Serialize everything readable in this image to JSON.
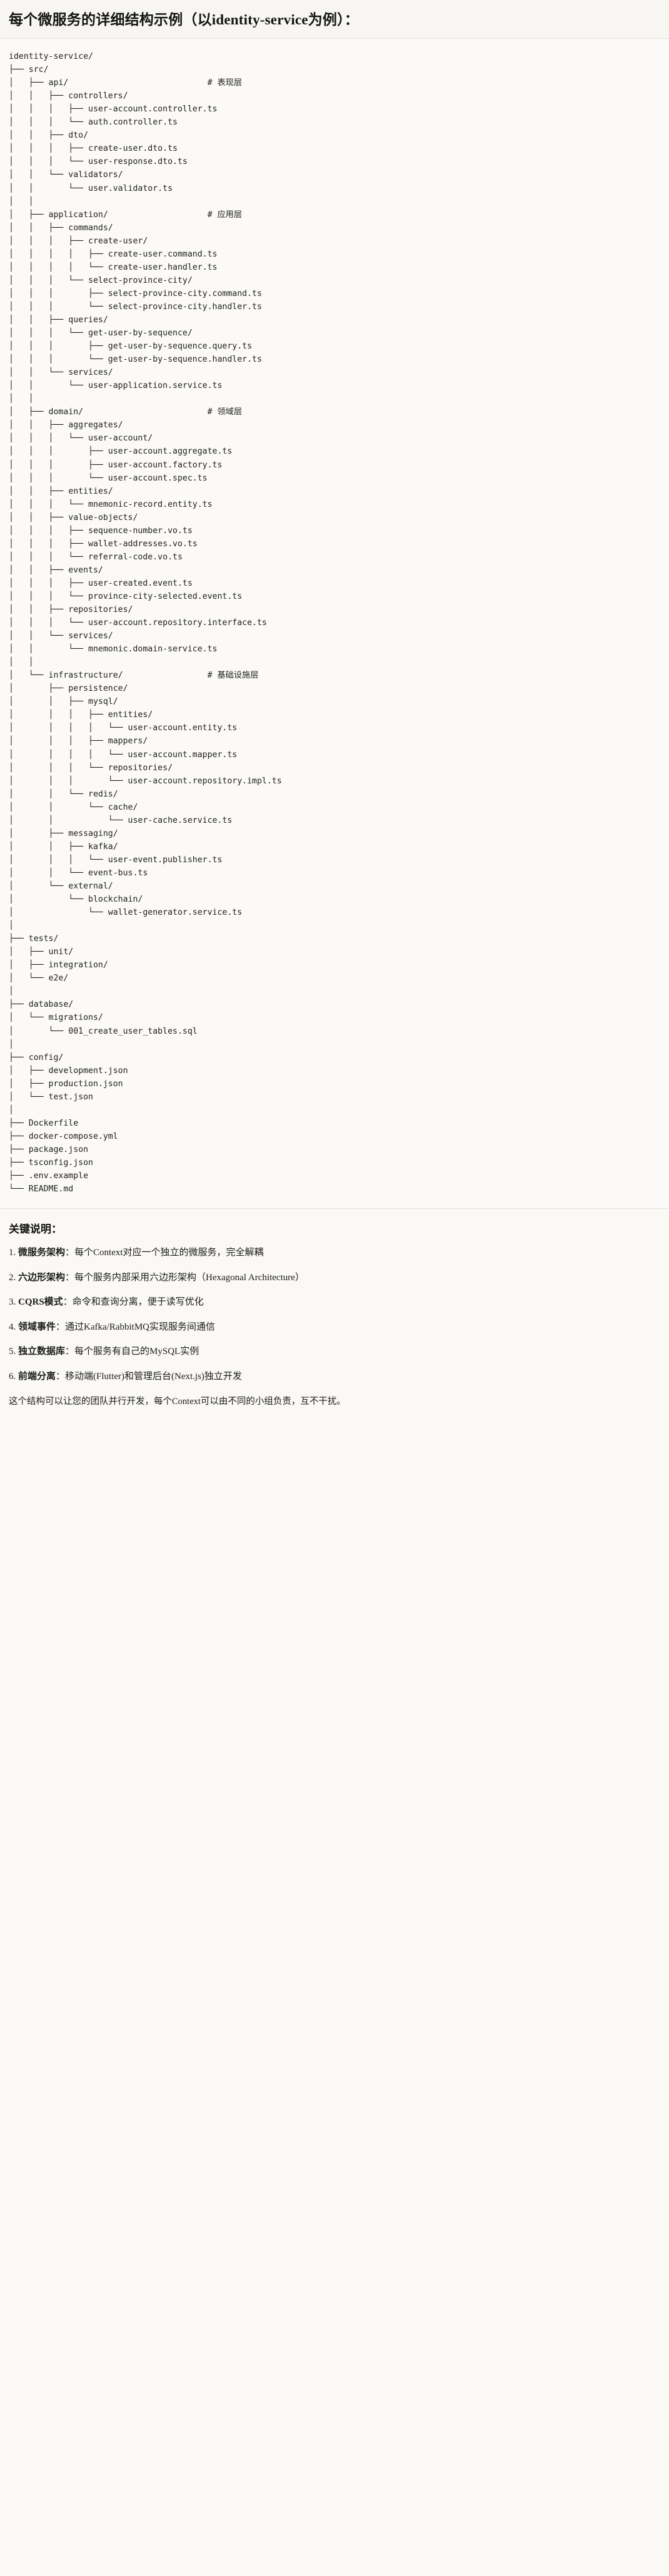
{
  "header": {
    "title": "每个微服务的详细结构示例（以identity-service为例）："
  },
  "tree": {
    "root": "identity-service/",
    "comment_column": 40,
    "lines": [
      {
        "text": "identity-service/",
        "comment": ""
      },
      {
        "text": "├── src/",
        "comment": ""
      },
      {
        "text": "│   ├── api/",
        "comment": "# 表现层"
      },
      {
        "text": "│   │   ├── controllers/",
        "comment": ""
      },
      {
        "text": "│   │   │   ├── user-account.controller.ts",
        "comment": ""
      },
      {
        "text": "│   │   │   └── auth.controller.ts",
        "comment": ""
      },
      {
        "text": "│   │   ├── dto/",
        "comment": ""
      },
      {
        "text": "│   │   │   ├── create-user.dto.ts",
        "comment": ""
      },
      {
        "text": "│   │   │   └── user-response.dto.ts",
        "comment": ""
      },
      {
        "text": "│   │   └── validators/",
        "comment": ""
      },
      {
        "text": "│   │       └── user.validator.ts",
        "comment": ""
      },
      {
        "text": "│   │",
        "comment": ""
      },
      {
        "text": "│   ├── application/",
        "comment": "# 应用层"
      },
      {
        "text": "│   │   ├── commands/",
        "comment": ""
      },
      {
        "text": "│   │   │   ├── create-user/",
        "comment": ""
      },
      {
        "text": "│   │   │   │   ├── create-user.command.ts",
        "comment": ""
      },
      {
        "text": "│   │   │   │   └── create-user.handler.ts",
        "comment": ""
      },
      {
        "text": "│   │   │   └── select-province-city/",
        "comment": ""
      },
      {
        "text": "│   │   │       ├── select-province-city.command.ts",
        "comment": ""
      },
      {
        "text": "│   │   │       └── select-province-city.handler.ts",
        "comment": ""
      },
      {
        "text": "│   │   ├── queries/",
        "comment": ""
      },
      {
        "text": "│   │   │   └── get-user-by-sequence/",
        "comment": ""
      },
      {
        "text": "│   │   │       ├── get-user-by-sequence.query.ts",
        "comment": ""
      },
      {
        "text": "│   │   │       └── get-user-by-sequence.handler.ts",
        "comment": ""
      },
      {
        "text": "│   │   └── services/",
        "comment": ""
      },
      {
        "text": "│   │       └── user-application.service.ts",
        "comment": ""
      },
      {
        "text": "│   │",
        "comment": ""
      },
      {
        "text": "│   ├── domain/",
        "comment": "# 领域层"
      },
      {
        "text": "│   │   ├── aggregates/",
        "comment": ""
      },
      {
        "text": "│   │   │   └── user-account/",
        "comment": ""
      },
      {
        "text": "│   │   │       ├── user-account.aggregate.ts",
        "comment": ""
      },
      {
        "text": "│   │   │       ├── user-account.factory.ts",
        "comment": ""
      },
      {
        "text": "│   │   │       └── user-account.spec.ts",
        "comment": ""
      },
      {
        "text": "│   │   ├── entities/",
        "comment": ""
      },
      {
        "text": "│   │   │   └── mnemonic-record.entity.ts",
        "comment": ""
      },
      {
        "text": "│   │   ├── value-objects/",
        "comment": ""
      },
      {
        "text": "│   │   │   ├── sequence-number.vo.ts",
        "comment": ""
      },
      {
        "text": "│   │   │   ├── wallet-addresses.vo.ts",
        "comment": ""
      },
      {
        "text": "│   │   │   └── referral-code.vo.ts",
        "comment": ""
      },
      {
        "text": "│   │   ├── events/",
        "comment": ""
      },
      {
        "text": "│   │   │   ├── user-created.event.ts",
        "comment": ""
      },
      {
        "text": "│   │   │   └── province-city-selected.event.ts",
        "comment": ""
      },
      {
        "text": "│   │   ├── repositories/",
        "comment": ""
      },
      {
        "text": "│   │   │   └── user-account.repository.interface.ts",
        "comment": ""
      },
      {
        "text": "│   │   └── services/",
        "comment": ""
      },
      {
        "text": "│   │       └── mnemonic.domain-service.ts",
        "comment": ""
      },
      {
        "text": "│   │",
        "comment": ""
      },
      {
        "text": "│   └── infrastructure/",
        "comment": "# 基础设施层"
      },
      {
        "text": "│       ├── persistence/",
        "comment": ""
      },
      {
        "text": "│       │   ├── mysql/",
        "comment": ""
      },
      {
        "text": "│       │   │   ├── entities/",
        "comment": ""
      },
      {
        "text": "│       │   │   │   └── user-account.entity.ts",
        "comment": ""
      },
      {
        "text": "│       │   │   ├── mappers/",
        "comment": ""
      },
      {
        "text": "│       │   │   │   └── user-account.mapper.ts",
        "comment": ""
      },
      {
        "text": "│       │   │   └── repositories/",
        "comment": ""
      },
      {
        "text": "│       │   │       └── user-account.repository.impl.ts",
        "comment": ""
      },
      {
        "text": "│       │   └── redis/",
        "comment": ""
      },
      {
        "text": "│       │       └── cache/",
        "comment": ""
      },
      {
        "text": "│       │           └── user-cache.service.ts",
        "comment": ""
      },
      {
        "text": "│       ├── messaging/",
        "comment": ""
      },
      {
        "text": "│       │   ├── kafka/",
        "comment": ""
      },
      {
        "text": "│       │   │   └── user-event.publisher.ts",
        "comment": ""
      },
      {
        "text": "│       │   └── event-bus.ts",
        "comment": ""
      },
      {
        "text": "│       └── external/",
        "comment": ""
      },
      {
        "text": "│           └── blockchain/",
        "comment": ""
      },
      {
        "text": "│               └── wallet-generator.service.ts",
        "comment": ""
      },
      {
        "text": "│",
        "comment": ""
      },
      {
        "text": "├── tests/",
        "comment": ""
      },
      {
        "text": "│   ├── unit/",
        "comment": ""
      },
      {
        "text": "│   ├── integration/",
        "comment": ""
      },
      {
        "text": "│   └── e2e/",
        "comment": ""
      },
      {
        "text": "│",
        "comment": ""
      },
      {
        "text": "├── database/",
        "comment": ""
      },
      {
        "text": "│   └── migrations/",
        "comment": ""
      },
      {
        "text": "│       └── 001_create_user_tables.sql",
        "comment": ""
      },
      {
        "text": "│",
        "comment": ""
      },
      {
        "text": "├── config/",
        "comment": ""
      },
      {
        "text": "│   ├── development.json",
        "comment": ""
      },
      {
        "text": "│   ├── production.json",
        "comment": ""
      },
      {
        "text": "│   └── test.json",
        "comment": ""
      },
      {
        "text": "│",
        "comment": ""
      },
      {
        "text": "├── Dockerfile",
        "comment": ""
      },
      {
        "text": "├── docker-compose.yml",
        "comment": ""
      },
      {
        "text": "├── package.json",
        "comment": ""
      },
      {
        "text": "├── tsconfig.json",
        "comment": ""
      },
      {
        "text": "├── .env.example",
        "comment": ""
      },
      {
        "text": "└── README.md",
        "comment": ""
      }
    ]
  },
  "notes": {
    "title": "关键说明：",
    "items": [
      {
        "term": "微服务架构",
        "sep": "：",
        "desc": "每个Context对应一个独立的微服务，完全解耦"
      },
      {
        "term": "六边形架构",
        "sep": "：",
        "desc": "每个服务内部采用六边形架构（Hexagonal Architecture）"
      },
      {
        "term": "CQRS模式",
        "sep": "：",
        "desc": "命令和查询分离，便于读写优化"
      },
      {
        "term": "领域事件",
        "sep": "：",
        "desc": "通过Kafka/RabbitMQ实现服务间通信"
      },
      {
        "term": "独立数据库",
        "sep": "：",
        "desc": "每个服务有自己的MySQL实例"
      },
      {
        "term": "前端分离",
        "sep": "：",
        "desc": "移动端(Flutter)和管理后台(Next.js)独立开发"
      }
    ],
    "footer": "这个结构可以让您的团队并行开发，每个Context可以由不同的小组负责，互不干扰。"
  }
}
